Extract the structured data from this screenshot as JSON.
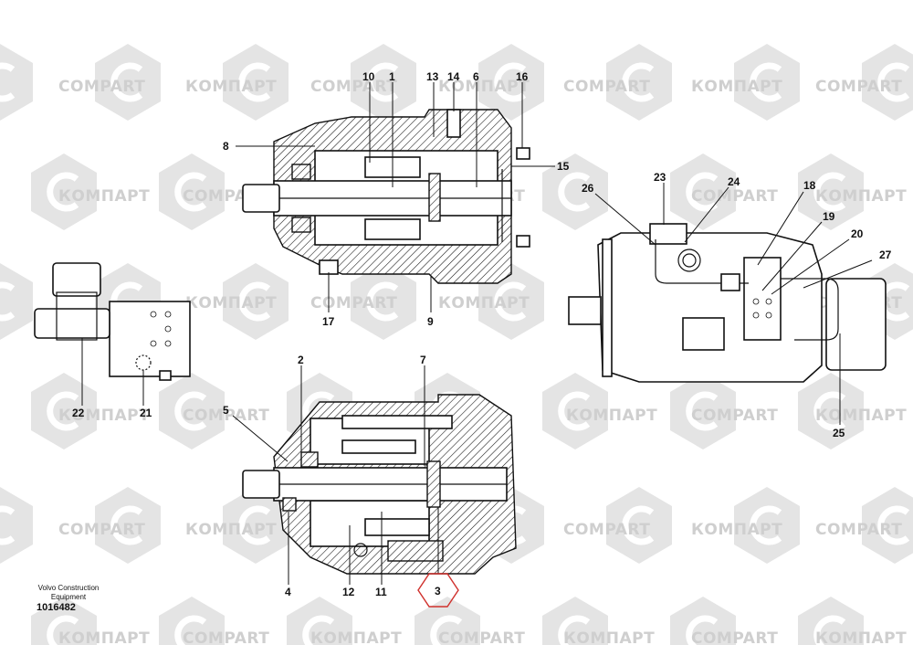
{
  "watermark": {
    "text_latin": "COMPART",
    "text_cyrillic": "КОМПАРТ",
    "color": "#cfcfcf"
  },
  "callouts": {
    "c1": "1",
    "c2": "2",
    "c3": "3",
    "c4": "4",
    "c5": "5",
    "c6": "6",
    "c7": "7",
    "c8": "8",
    "c9": "9",
    "c10": "10",
    "c11": "11",
    "c12": "12",
    "c13": "13",
    "c14": "14",
    "c15": "15",
    "c16": "16",
    "c17": "17",
    "c18": "18",
    "c19": "19",
    "c20": "20",
    "c21": "21",
    "c22": "22",
    "c23": "23",
    "c24": "24",
    "c25": "25",
    "c26": "26",
    "c27": "27"
  },
  "highlight": {
    "item": "3",
    "color": "#d0312d"
  },
  "footer": {
    "source_line1": "Volvo Construction",
    "source_line2": "Equipment",
    "doc_number": "1016482"
  }
}
